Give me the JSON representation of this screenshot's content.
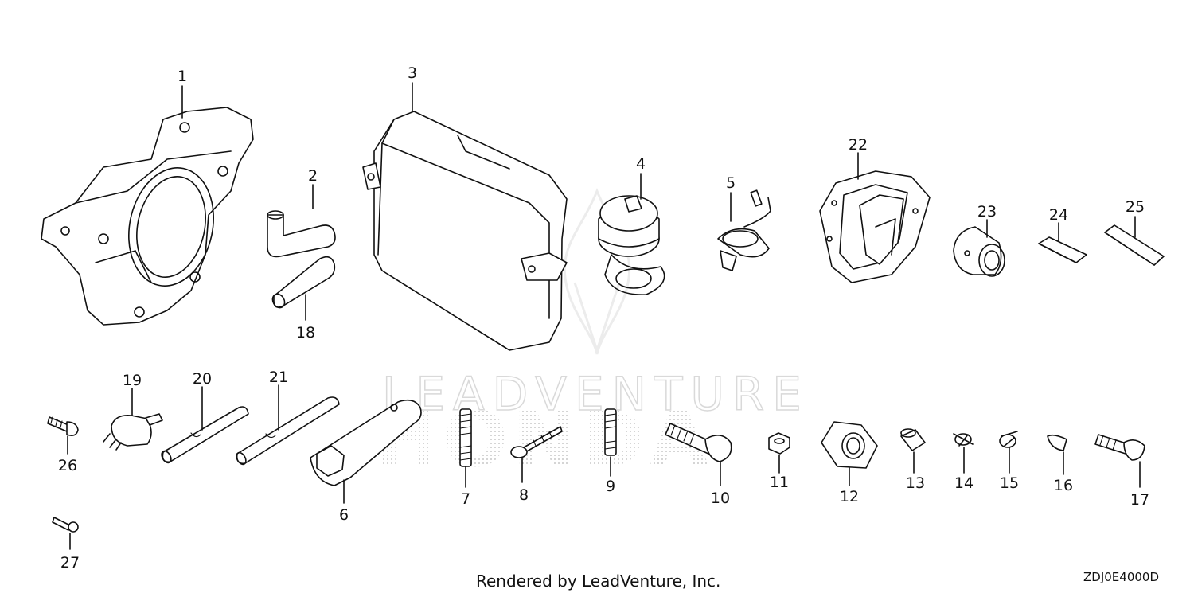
{
  "watermark": {
    "text": "LEADVENTURE",
    "brand": "HONDA"
  },
  "parts": [
    {
      "id": "1"
    },
    {
      "id": "2"
    },
    {
      "id": "3"
    },
    {
      "id": "4"
    },
    {
      "id": "5"
    },
    {
      "id": "6"
    },
    {
      "id": "7"
    },
    {
      "id": "8"
    },
    {
      "id": "9"
    },
    {
      "id": "10"
    },
    {
      "id": "11"
    },
    {
      "id": "12"
    },
    {
      "id": "13"
    },
    {
      "id": "14"
    },
    {
      "id": "15"
    },
    {
      "id": "16"
    },
    {
      "id": "17"
    },
    {
      "id": "18"
    },
    {
      "id": "19"
    },
    {
      "id": "20"
    },
    {
      "id": "21"
    },
    {
      "id": "22"
    },
    {
      "id": "23"
    },
    {
      "id": "24"
    },
    {
      "id": "25"
    },
    {
      "id": "26"
    },
    {
      "id": "27"
    }
  ],
  "footer": {
    "credit": "Rendered by LeadVenture, Inc.",
    "diagram_code": "ZDJ0E4000D"
  }
}
